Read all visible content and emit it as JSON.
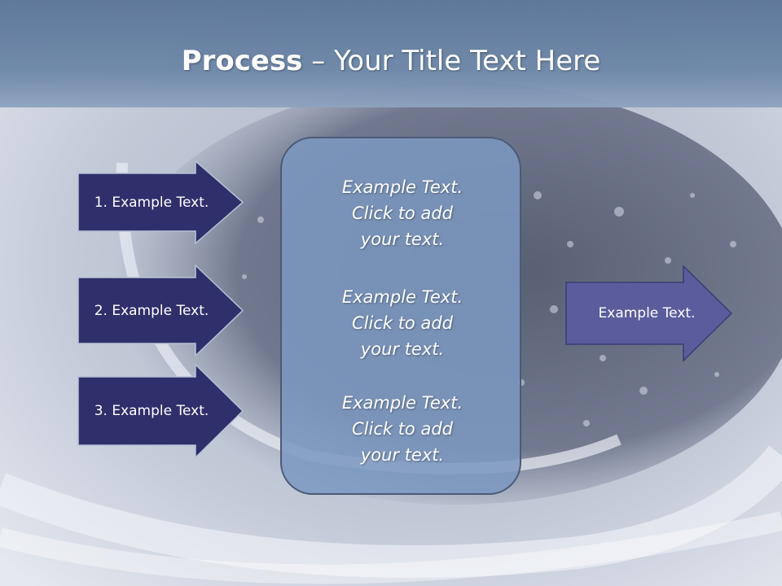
{
  "title": {
    "bold": "Process",
    "rest": " – Your Title Text Here"
  },
  "steps": [
    {
      "label": "1. Example Text."
    },
    {
      "label": "2. Example Text."
    },
    {
      "label": "3. Example Text."
    }
  ],
  "center": [
    {
      "line1": "Example Text.",
      "line2": "Click  to add",
      "line3": "your text."
    },
    {
      "line1": "Example Text.",
      "line2": "Click  to add",
      "line3": "your text."
    },
    {
      "line1": "Example Text.",
      "line2": "Click  to add",
      "line3": "your text."
    }
  ],
  "result": {
    "label": "Example Text."
  },
  "colors": {
    "step_arrow_fill": "#2f2f6b",
    "result_arrow_fill": "#5a5c9c",
    "center_box_fill": "#7c97c0",
    "title_band": "#5b7598"
  }
}
